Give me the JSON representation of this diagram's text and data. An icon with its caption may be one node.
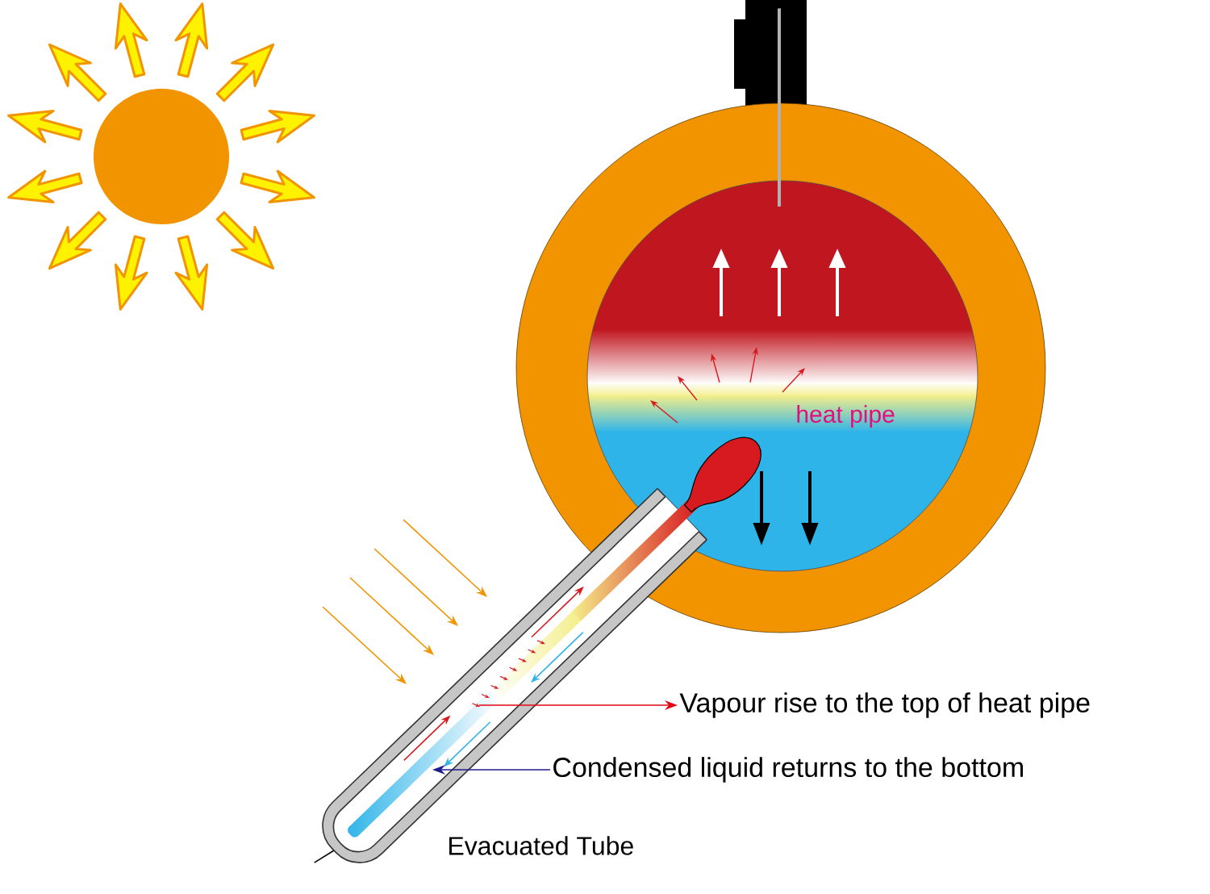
{
  "diagram": {
    "nodes": [
      {
        "text": [
          "Vapour rise to the top of heat pipe"
        ]
      },
      {
        "text": [
          "Condensed liquid returns to the bottom"
        ]
      }
    ],
    "edges": [
      {
        "from": null,
        "to": 0,
        "arrow": "to",
        "color": "#e30613"
      },
      {
        "from": 1,
        "to": null,
        "arrow": "to",
        "color": "#1d1d8f"
      }
    ],
    "labels": [
      "heat pipe",
      "Evacuated Tube"
    ]
  }
}
